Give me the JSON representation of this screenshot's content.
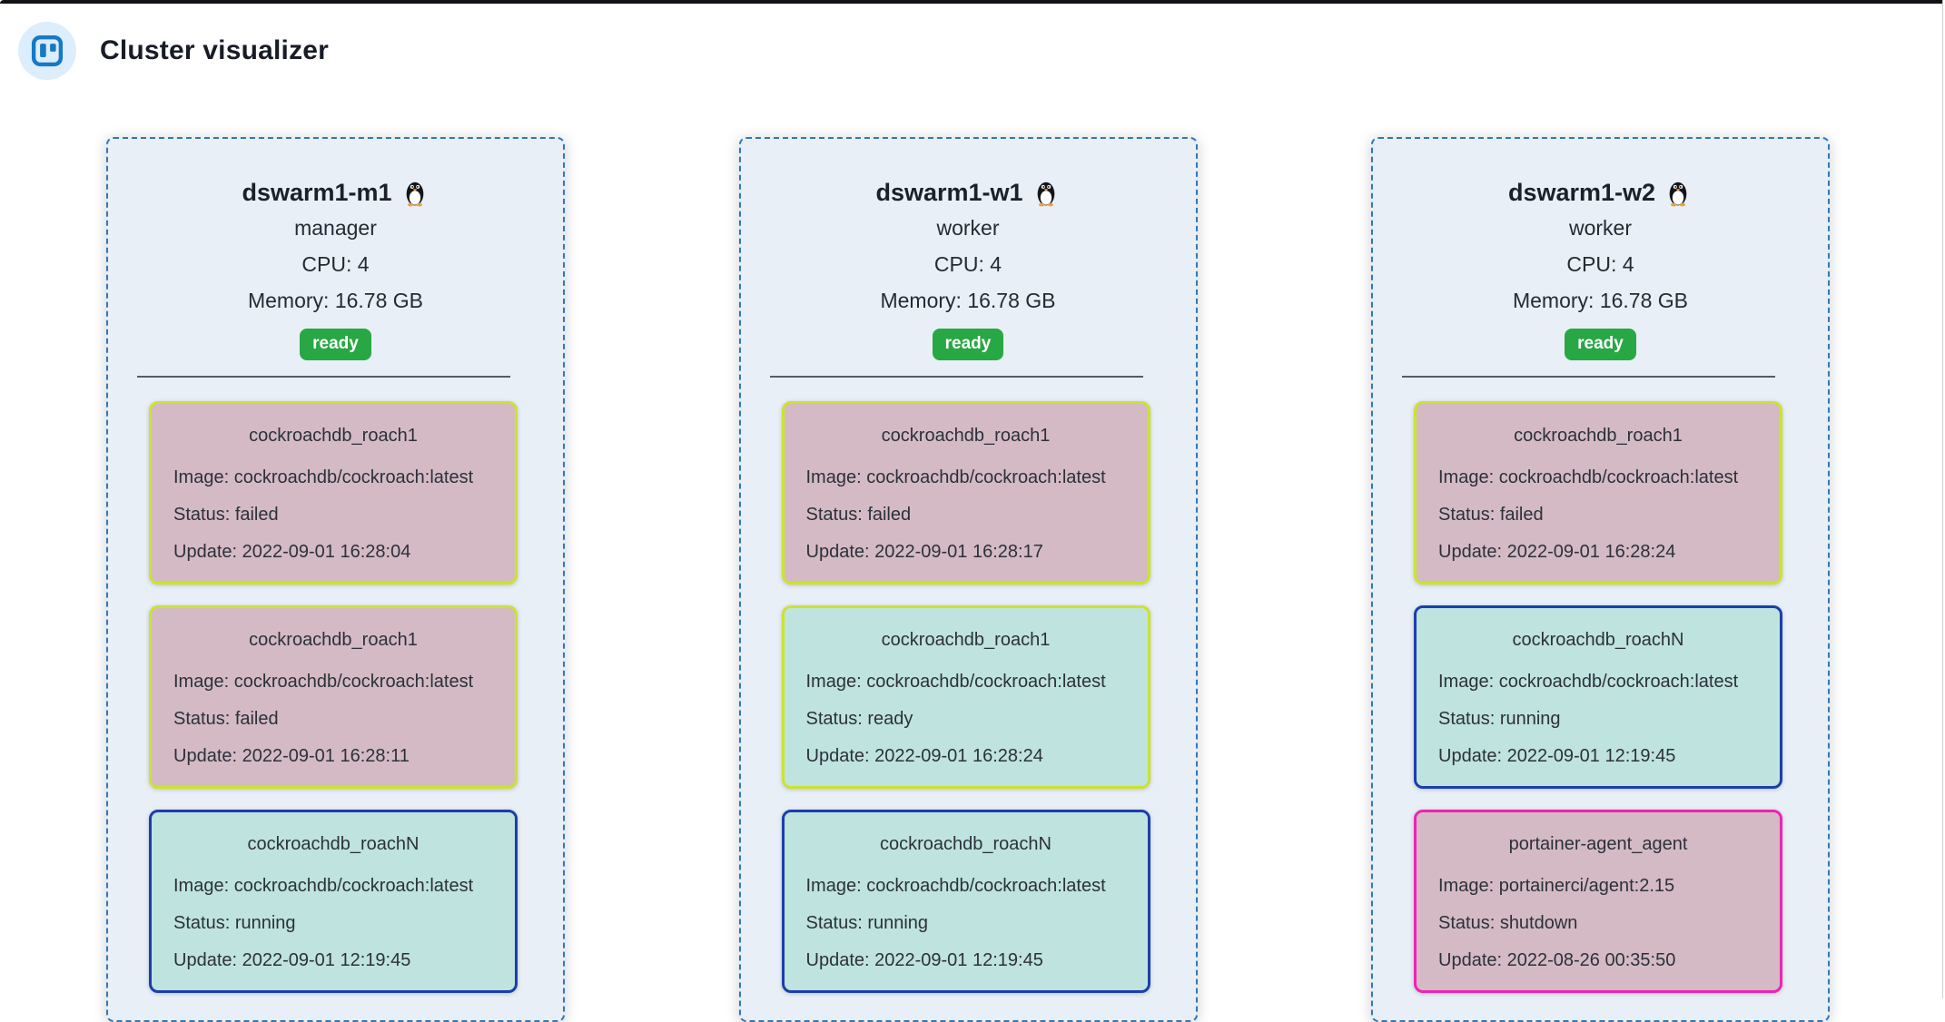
{
  "header": {
    "title": "Cluster visualizer",
    "logo_icon": "board-icon"
  },
  "colors": {
    "card_bg": "#e9eff6",
    "card_border": "#3277b5",
    "badge_bg": "#28a745",
    "logo_blue": "#1779c4",
    "logo_circle_bg": "#dcedfc",
    "task_failed_bg": "#d4bac4",
    "task_running_bg": "#bfe3de",
    "task_border_updated": "#cce32e",
    "task_border_running": "#1c3eab",
    "task_border_shutdown": "#ef23b3"
  },
  "nodes": [
    {
      "name": "dswarm1-m1",
      "os_icon": "linux-penguin-icon",
      "role": "manager",
      "cpu": "CPU: 4",
      "memory": "Memory: 16.78 GB",
      "status": "ready",
      "tasks": [
        {
          "name": "cockroachdb_roach1",
          "image": "Image: cockroachdb/cockroach:latest",
          "status": "Status: failed",
          "update": "Update: 2022-09-01 16:28:04",
          "bg": "#d4bac4",
          "border": "#cce32e"
        },
        {
          "name": "cockroachdb_roach1",
          "image": "Image: cockroachdb/cockroach:latest",
          "status": "Status: failed",
          "update": "Update: 2022-09-01 16:28:11",
          "bg": "#d4bac4",
          "border": "#cce32e"
        },
        {
          "name": "cockroachdb_roachN",
          "image": "Image: cockroachdb/cockroach:latest",
          "status": "Status: running",
          "update": "Update: 2022-09-01 12:19:45",
          "bg": "#bfe3de",
          "border": "#1c3eab"
        }
      ]
    },
    {
      "name": "dswarm1-w1",
      "os_icon": "linux-penguin-icon",
      "role": "worker",
      "cpu": "CPU: 4",
      "memory": "Memory: 16.78 GB",
      "status": "ready",
      "tasks": [
        {
          "name": "cockroachdb_roach1",
          "image": "Image: cockroachdb/cockroach:latest",
          "status": "Status: failed",
          "update": "Update: 2022-09-01 16:28:17",
          "bg": "#d4bac4",
          "border": "#cce32e"
        },
        {
          "name": "cockroachdb_roach1",
          "image": "Image: cockroachdb/cockroach:latest",
          "status": "Status: ready",
          "update": "Update: 2022-09-01 16:28:24",
          "bg": "#bfe3de",
          "border": "#cce32e"
        },
        {
          "name": "cockroachdb_roachN",
          "image": "Image: cockroachdb/cockroach:latest",
          "status": "Status: running",
          "update": "Update: 2022-09-01 12:19:45",
          "bg": "#bfe3de",
          "border": "#1c3eab"
        }
      ]
    },
    {
      "name": "dswarm1-w2",
      "os_icon": "linux-penguin-icon",
      "role": "worker",
      "cpu": "CPU: 4",
      "memory": "Memory: 16.78 GB",
      "status": "ready",
      "tasks": [
        {
          "name": "cockroachdb_roach1",
          "image": "Image: cockroachdb/cockroach:latest",
          "status": "Status: failed",
          "update": "Update: 2022-09-01 16:28:24",
          "bg": "#d4bac4",
          "border": "#cce32e"
        },
        {
          "name": "cockroachdb_roachN",
          "image": "Image: cockroachdb/cockroach:latest",
          "status": "Status: running",
          "update": "Update: 2022-09-01 12:19:45",
          "bg": "#bfe3de",
          "border": "#1c3eab"
        },
        {
          "name": "portainer-agent_agent",
          "image": "Image: portainerci/agent:2.15",
          "status": "Status: shutdown",
          "update": "Update: 2022-08-26 00:35:50",
          "bg": "#d4bac4",
          "border": "#ef23b3"
        }
      ]
    }
  ]
}
